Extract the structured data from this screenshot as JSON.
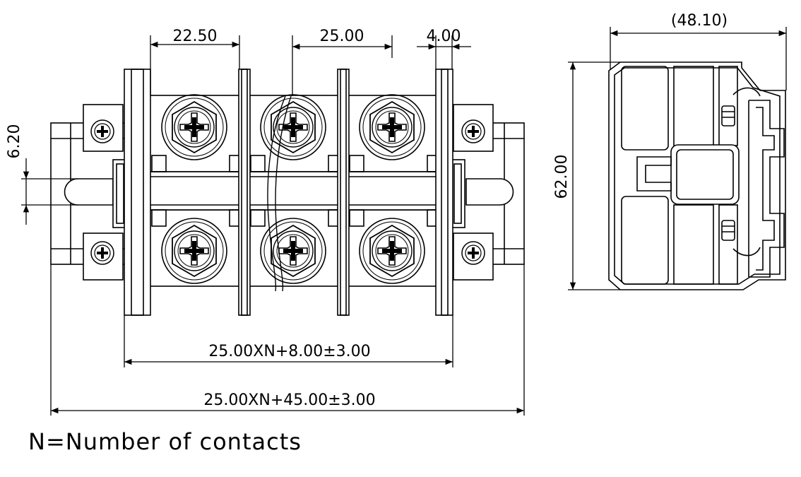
{
  "dimensions": {
    "pitch_left": "22.50",
    "pitch_mid": "25.00",
    "gap": "4.00",
    "slot": "6.20",
    "total_inner": "25.00XN+8.00±3.00",
    "total_outer": "25.00XN+45.00±3.00",
    "side_width": "(48.10)",
    "side_height": "62.00"
  },
  "note": "N=Number of contacts",
  "colors": {
    "line": "#000000",
    "background": "#ffffff"
  }
}
